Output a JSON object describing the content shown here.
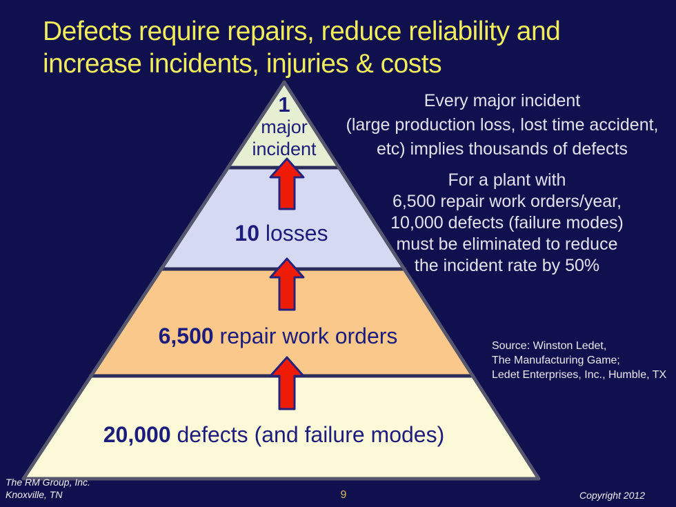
{
  "title": {
    "line1": "Defects require repairs, reduce reliability and",
    "line2": "increase incidents, injuries & costs"
  },
  "pyramid": {
    "tiers": [
      {
        "value": "1",
        "label": "major incident",
        "label_line1": "major",
        "label_line2": "incident",
        "color": "#e7efd3"
      },
      {
        "value": "10",
        "label": "losses",
        "color": "#d5d9f2"
      },
      {
        "value": "6,500",
        "label": "repair work orders",
        "color": "#f9c88a"
      },
      {
        "value": "20,000",
        "label": "defects (and failure modes)",
        "color": "#fbf9d8"
      }
    ],
    "arrow_fill": "#ee1c06",
    "arrow_outline": "#23237d",
    "outline_color": "#56566e",
    "divider_color": "#2d2d5c",
    "tier_text_color": "#1c1c7c"
  },
  "annotations": {
    "incident_note": [
      "Every major incident",
      "(large production loss, lost time accident,",
      "etc) implies thousands of defects"
    ],
    "plant_note": [
      "For a plant with",
      "6,500 repair work orders/year,",
      "10,000 defects (failure modes)",
      "must be eliminated to reduce",
      "the incident rate by 50%"
    ],
    "source_note": [
      "Source: Winston Ledet,",
      "The Manufacturing Game;",
      "Ledet Enterprises, Inc., Humble, TX"
    ]
  },
  "footer": {
    "company_line1": "The RM Group, Inc.",
    "company_line2": "Knoxville, TN",
    "page_number": "9",
    "copyright": "Copyright 2012"
  },
  "colors": {
    "background": "#10104e",
    "title": "#f0ec5c",
    "annotation_text": "#e2e2ec",
    "page_number": "#d6ba67",
    "footer_text": "#efefef"
  }
}
